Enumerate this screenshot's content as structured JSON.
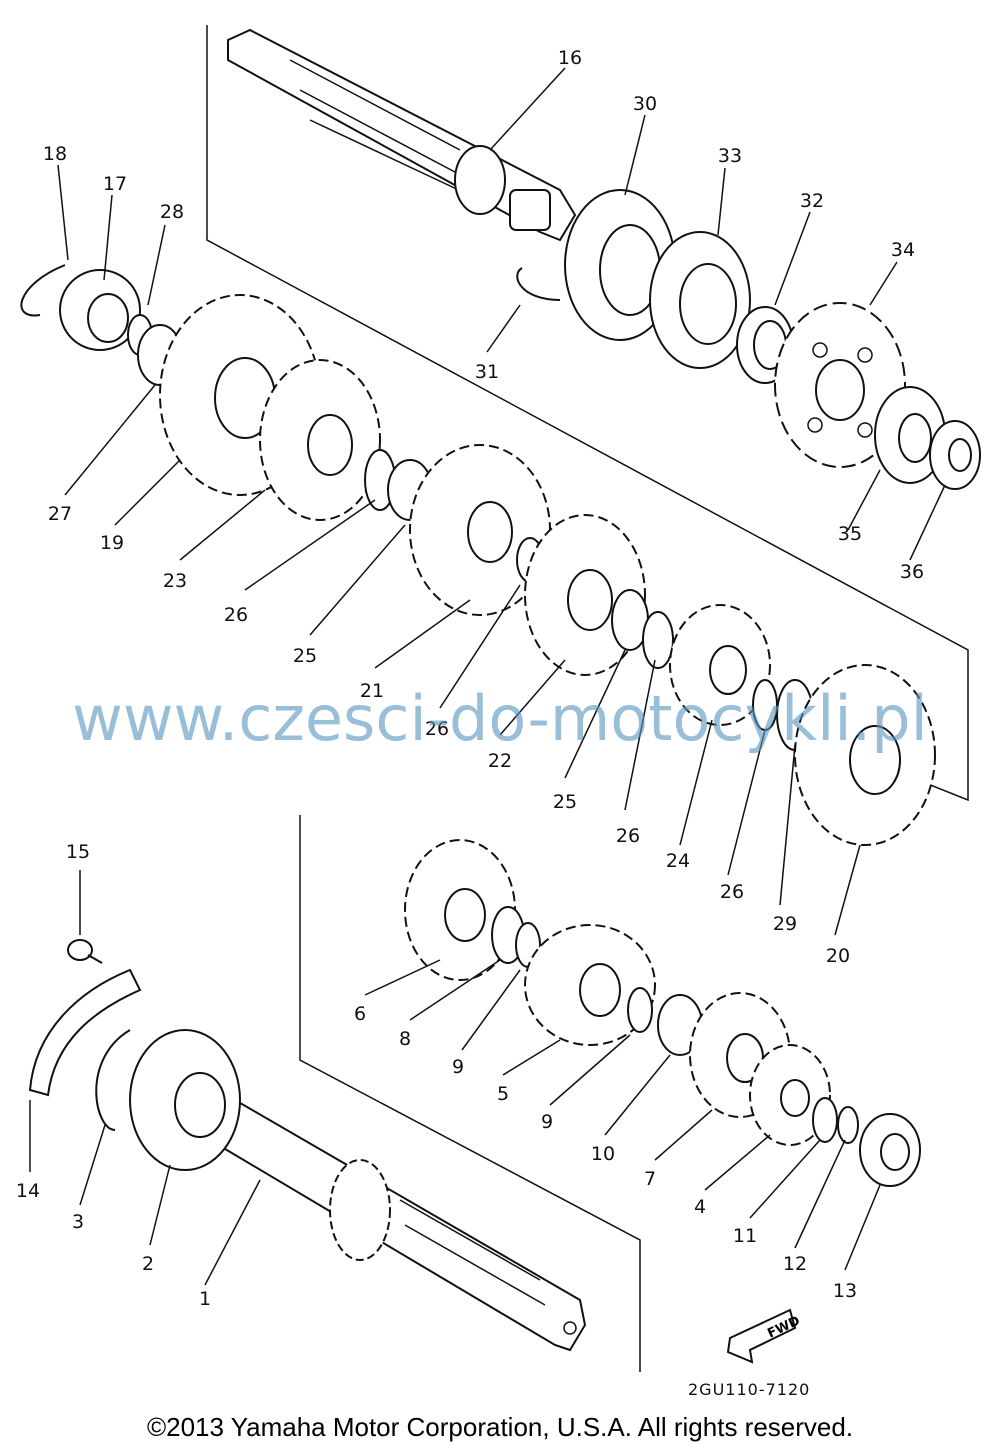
{
  "callouts": [
    "1",
    "2",
    "3",
    "4",
    "5",
    "6",
    "7",
    "8",
    "9",
    "9",
    "10",
    "11",
    "12",
    "13",
    "14",
    "15",
    "16",
    "17",
    "18",
    "19",
    "20",
    "21",
    "22",
    "23",
    "24",
    "25",
    "25",
    "26",
    "26",
    "26",
    "26",
    "27",
    "28",
    "29",
    "30",
    "31",
    "32",
    "33",
    "34",
    "35",
    "36"
  ],
  "fwd_label": "FWD",
  "drawing_code": "2GU110-7120",
  "watermark": "www.czesci-do-motocykli.pl",
  "copyright": "©2013 Yamaha Motor Corporation, U.S.A. All rights reserved."
}
